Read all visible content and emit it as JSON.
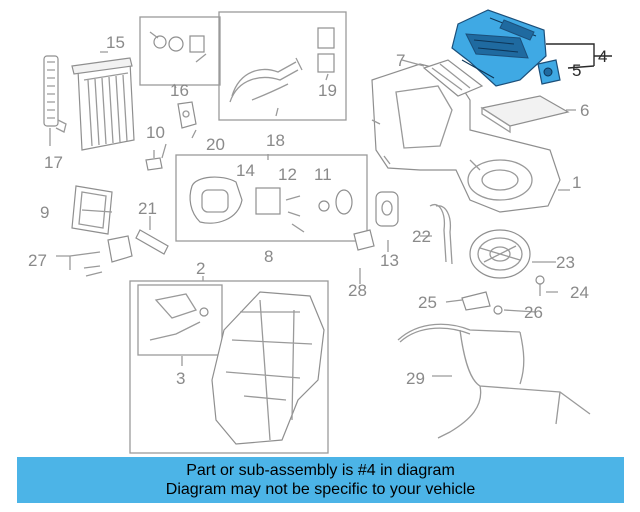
{
  "callouts": [
    "1",
    "2",
    "3",
    "4",
    "5",
    "6",
    "7",
    "8",
    "9",
    "10",
    "11",
    "12",
    "13",
    "14",
    "15",
    "16",
    "17",
    "18",
    "19",
    "20",
    "21",
    "22",
    "23",
    "24",
    "25",
    "26",
    "27",
    "28",
    "29"
  ],
  "highlighted_part": "4",
  "colors": {
    "highlight": "#3fa9e4",
    "banner": "#4cb4e7",
    "line": "#9a9a9a"
  },
  "banner": {
    "line1": "Part or sub-assembly is #4 in diagram",
    "line2": "Diagram may not be specific to your vehicle"
  }
}
